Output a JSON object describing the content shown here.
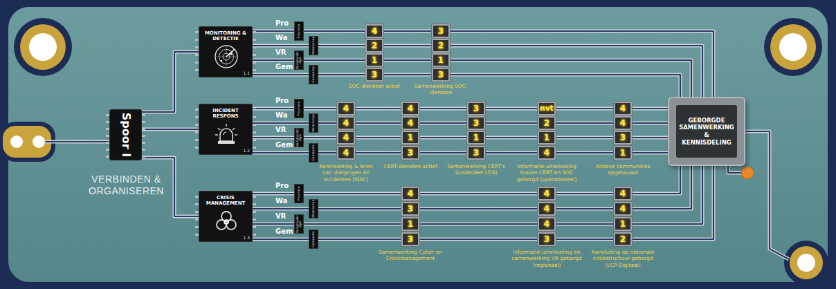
{
  "diagram": {
    "nodes": [
      {
        "text": [
          "Spoor I",
          "VERBINDEN & ORGANISEREN"
        ]
      },
      {
        "text": [
          "MONITORING & DETECTIE",
          "1.1"
        ]
      },
      {
        "text": [
          "Provincie"
        ]
      },
      {
        "text": [
          "Waterschap"
        ]
      },
      {
        "text": [
          "Veiligheidsregio"
        ]
      },
      {
        "text": [
          "Gemeente"
        ]
      },
      {
        "text": [
          "4"
        ]
      },
      {
        "text": [
          "3"
        ]
      },
      {
        "text": [
          "2"
        ]
      },
      {
        "text": [
          "2"
        ]
      },
      {
        "text": [
          "1"
        ]
      },
      {
        "text": [
          "1"
        ]
      },
      {
        "text": [
          "3"
        ]
      },
      {
        "text": [
          "3"
        ]
      },
      {
        "text": [
          "INCIDENT RESPONS",
          "1.2"
        ]
      },
      {
        "text": [
          "Provincie"
        ]
      },
      {
        "text": [
          "Waterschap"
        ]
      },
      {
        "text": [
          "Veiligheidsregio"
        ]
      },
      {
        "text": [
          "Gemeente"
        ]
      },
      {
        "text": [
          "4"
        ]
      },
      {
        "text": [
          "4"
        ]
      },
      {
        "text": [
          "3"
        ]
      },
      {
        "text": [
          "nvt"
        ]
      },
      {
        "text": [
          "4"
        ]
      },
      {
        "text": [
          "4"
        ]
      },
      {
        "text": [
          "4"
        ]
      },
      {
        "text": [
          "3"
        ]
      },
      {
        "text": [
          "2"
        ]
      },
      {
        "text": [
          "4"
        ]
      },
      {
        "text": [
          "4"
        ]
      },
      {
        "text": [
          "1"
        ]
      },
      {
        "text": [
          "1"
        ]
      },
      {
        "text": [
          "1"
        ]
      },
      {
        "text": [
          "3"
        ]
      },
      {
        "text": [
          "4"
        ]
      },
      {
        "text": [
          "3"
        ]
      },
      {
        "text": [
          "3"
        ]
      },
      {
        "text": [
          "4"
        ]
      },
      {
        "text": [
          "1"
        ]
      },
      {
        "text": [
          "CRISIS MANAGEMENT",
          "1.3"
        ]
      },
      {
        "text": [
          "Provincie"
        ]
      },
      {
        "text": [
          "Waterschap"
        ]
      },
      {
        "text": [
          "Veiligheidsregio"
        ]
      },
      {
        "text": [
          "Gemeente"
        ]
      },
      {
        "text": [
          "4"
        ]
      },
      {
        "text": [
          "4"
        ]
      },
      {
        "text": [
          "4"
        ]
      },
      {
        "text": [
          "3"
        ]
      },
      {
        "text": [
          "4"
        ]
      },
      {
        "text": [
          "4"
        ]
      },
      {
        "text": [
          "1"
        ]
      },
      {
        "text": [
          "4"
        ]
      },
      {
        "text": [
          "1"
        ]
      },
      {
        "text": [
          "3"
        ]
      },
      {
        "text": [
          "3"
        ]
      },
      {
        "text": [
          "2"
        ]
      },
      {
        "text": [
          "GEBORGDE SAMENWERKING & KENNISDELING"
        ]
      }
    ],
    "edges": [
      {
        "from": 0,
        "to": 1,
        "arrow": "none"
      },
      {
        "from": 0,
        "to": 14,
        "arrow": "none"
      },
      {
        "from": 0,
        "to": 39,
        "arrow": "none"
      },
      {
        "from": 1,
        "to": 2,
        "arrow": "none"
      },
      {
        "from": 1,
        "to": 3,
        "arrow": "none"
      },
      {
        "from": 1,
        "to": 4,
        "arrow": "none"
      },
      {
        "from": 1,
        "to": 5,
        "arrow": "none"
      },
      {
        "from": 2,
        "to": 6,
        "arrow": "none"
      },
      {
        "from": 6,
        "to": 7,
        "arrow": "none"
      },
      {
        "from": 7,
        "to": 56,
        "arrow": "none"
      },
      {
        "from": 3,
        "to": 8,
        "arrow": "none"
      },
      {
        "from": 8,
        "to": 9,
        "arrow": "none"
      },
      {
        "from": 9,
        "to": 56,
        "arrow": "none"
      },
      {
        "from": 4,
        "to": 10,
        "arrow": "none"
      },
      {
        "from": 10,
        "to": 11,
        "arrow": "none"
      },
      {
        "from": 11,
        "to": 56,
        "arrow": "none"
      },
      {
        "from": 5,
        "to": 12,
        "arrow": "none"
      },
      {
        "from": 12,
        "to": 13,
        "arrow": "none"
      },
      {
        "from": 13,
        "to": 56,
        "arrow": "none"
      },
      {
        "from": 14,
        "to": 15,
        "arrow": "none"
      },
      {
        "from": 14,
        "to": 16,
        "arrow": "none"
      },
      {
        "from": 14,
        "to": 17,
        "arrow": "none"
      },
      {
        "from": 14,
        "to": 18,
        "arrow": "none"
      },
      {
        "from": 15,
        "to": 19,
        "arrow": "none"
      },
      {
        "from": 19,
        "to": 20,
        "arrow": "none"
      },
      {
        "from": 20,
        "to": 21,
        "arrow": "none"
      },
      {
        "from": 21,
        "to": 22,
        "arrow": "none"
      },
      {
        "from": 22,
        "to": 23,
        "arrow": "none"
      },
      {
        "from": 23,
        "to": 56,
        "arrow": "none"
      },
      {
        "from": 16,
        "to": 24,
        "arrow": "none"
      },
      {
        "from": 24,
        "to": 25,
        "arrow": "none"
      },
      {
        "from": 25,
        "to": 26,
        "arrow": "none"
      },
      {
        "from": 26,
        "to": 27,
        "arrow": "none"
      },
      {
        "from": 27,
        "to": 28,
        "arrow": "none"
      },
      {
        "from": 28,
        "to": 56,
        "arrow": "none"
      },
      {
        "from": 17,
        "to": 29,
        "arrow": "none"
      },
      {
        "from": 29,
        "to": 30,
        "arrow": "none"
      },
      {
        "from": 30,
        "to": 31,
        "arrow": "none"
      },
      {
        "from": 31,
        "to": 32,
        "arrow": "none"
      },
      {
        "from": 32,
        "to": 33,
        "arrow": "none"
      },
      {
        "from": 33,
        "to": 56,
        "arrow": "none"
      },
      {
        "from": 18,
        "to": 34,
        "arrow": "none"
      },
      {
        "from": 34,
        "to": 35,
        "arrow": "none"
      },
      {
        "from": 35,
        "to": 36,
        "arrow": "none"
      },
      {
        "from": 36,
        "to": 37,
        "arrow": "none"
      },
      {
        "from": 37,
        "to": 38,
        "arrow": "none"
      },
      {
        "from": 38,
        "to": 56,
        "arrow": "none"
      },
      {
        "from": 39,
        "to": 40,
        "arrow": "none"
      },
      {
        "from": 39,
        "to": 41,
        "arrow": "none"
      },
      {
        "from": 39,
        "to": 42,
        "arrow": "none"
      },
      {
        "from": 39,
        "to": 43,
        "arrow": "none"
      },
      {
        "from": 40,
        "to": 44,
        "arrow": "none"
      },
      {
        "from": 44,
        "to": 45,
        "arrow": "none"
      },
      {
        "from": 45,
        "to": 46,
        "arrow": "none"
      },
      {
        "from": 46,
        "to": 56,
        "arrow": "none"
      },
      {
        "from": 41,
        "to": 47,
        "arrow": "none"
      },
      {
        "from": 47,
        "to": 48,
        "arrow": "none"
      },
      {
        "from": 48,
        "to": 49,
        "arrow": "none"
      },
      {
        "from": 49,
        "to": 56,
        "arrow": "none"
      },
      {
        "from": 42,
        "to": 50,
        "arrow": "none"
      },
      {
        "from": 50,
        "to": 51,
        "arrow": "none"
      },
      {
        "from": 51,
        "to": 52,
        "arrow": "none"
      },
      {
        "from": 52,
        "to": 56,
        "arrow": "none"
      },
      {
        "from": 43,
        "to": 53,
        "arrow": "none"
      },
      {
        "from": 53,
        "to": 54,
        "arrow": "none"
      },
      {
        "from": 54,
        "to": 55,
        "arrow": "none"
      },
      {
        "from": 55,
        "to": 56,
        "arrow": "none"
      }
    ],
    "labels": [
      "Pro",
      "Wa",
      "VR",
      "Gem",
      "SOC-diensten actief",
      "Samenwerking SOC-diensten",
      "Pro",
      "Wa",
      "VR",
      "Gem",
      "Kennisdeling & leren van dreigingen en incidenten (ISAC)",
      "CERT-diensten actief",
      "Samenwerking CERT's (onderdeel LDS)",
      "Informatie-uitwisseling tussen CERT en SOC geborgd (operationeel)",
      "Actieve communities opgebouwd",
      "Pro",
      "Wa",
      "VR",
      "Gem",
      "Samenwerking Cyber en Crisismanagement",
      "Informatie-uitwisseling en samenwerking VR geborgd (regionaal)",
      "Aansluiting op nationale crisisstructuur geborgd (LCP-Digitaal)"
    ]
  }
}
